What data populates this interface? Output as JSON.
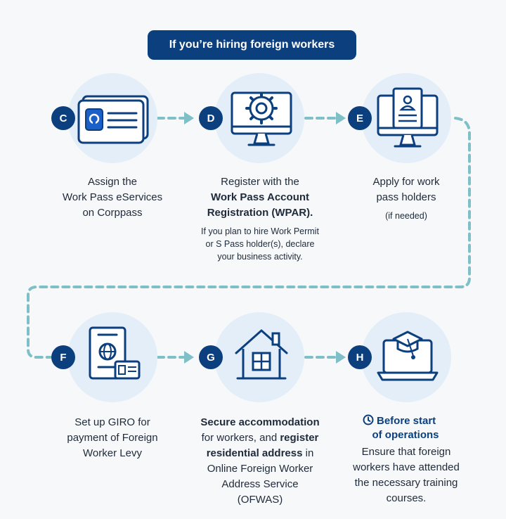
{
  "header": {
    "title": "If you’re hiring foreign workers"
  },
  "colors": {
    "navy": "#0c3f7e",
    "circle": "#e3eef9",
    "path": "#7fbfc7",
    "text": "#1f2a3a"
  },
  "steps": [
    {
      "id": "C",
      "icon": "id-card-icon",
      "lines": [
        "Assign the",
        "Work Pass eServices",
        "on Corppass"
      ]
    },
    {
      "id": "D",
      "icon": "monitor-gear-icon",
      "line1": "Register with the",
      "bold1": "Work Pass Account",
      "bold2": "Registration (WPAR).",
      "note": [
        "If you plan to hire Work Permit",
        "or S Pass holder(s), declare",
        "your business activity."
      ]
    },
    {
      "id": "E",
      "icon": "monitor-profile-icon",
      "lines": [
        "Apply for work",
        "pass holders"
      ],
      "note": "(if needed)"
    },
    {
      "id": "F",
      "icon": "passport-icon",
      "lines": [
        "Set up GIRO for",
        "payment of Foreign",
        "Worker Levy"
      ]
    },
    {
      "id": "G",
      "icon": "house-icon",
      "bold_a": "Secure accommodation",
      "text_b": "for workers, and ",
      "bold_b": "register",
      "bold_c": "residential address",
      "text_c": " in",
      "text_d": "Online Foreign Worker",
      "text_e": "Address Service",
      "text_f": "(OFWAS)"
    },
    {
      "id": "H",
      "icon": "laptop-graduation-icon",
      "before_1": "Before start",
      "before_2": "of operations",
      "lines": [
        "Ensure that foreign",
        "workers have attended",
        "the necessary training",
        "courses."
      ]
    }
  ]
}
